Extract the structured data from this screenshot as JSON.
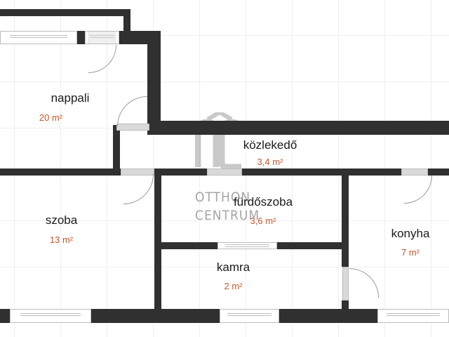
{
  "floorplan": {
    "rooms": [
      {
        "id": "nappali",
        "name": "nappali",
        "area": "20 m²"
      },
      {
        "id": "kozlekedo",
        "name": "közlekedő",
        "area": "3,4 m²"
      },
      {
        "id": "furdoszoba",
        "name": "fürdőszoba",
        "area": "3,6 m²"
      },
      {
        "id": "szoba",
        "name": "szoba",
        "area": "13 m²"
      },
      {
        "id": "konyha",
        "name": "konyha",
        "area": "7 m²"
      },
      {
        "id": "kamra",
        "name": "kamra",
        "area": "2 m²"
      }
    ],
    "colors": {
      "wall": "#303030",
      "room_label": "#1b1b1b",
      "area_label": "#c8562a",
      "watermark": "#9c9c9c"
    }
  },
  "watermark": {
    "logo": "OC",
    "line1": "OTTHON",
    "line2": "CENTRUM"
  }
}
